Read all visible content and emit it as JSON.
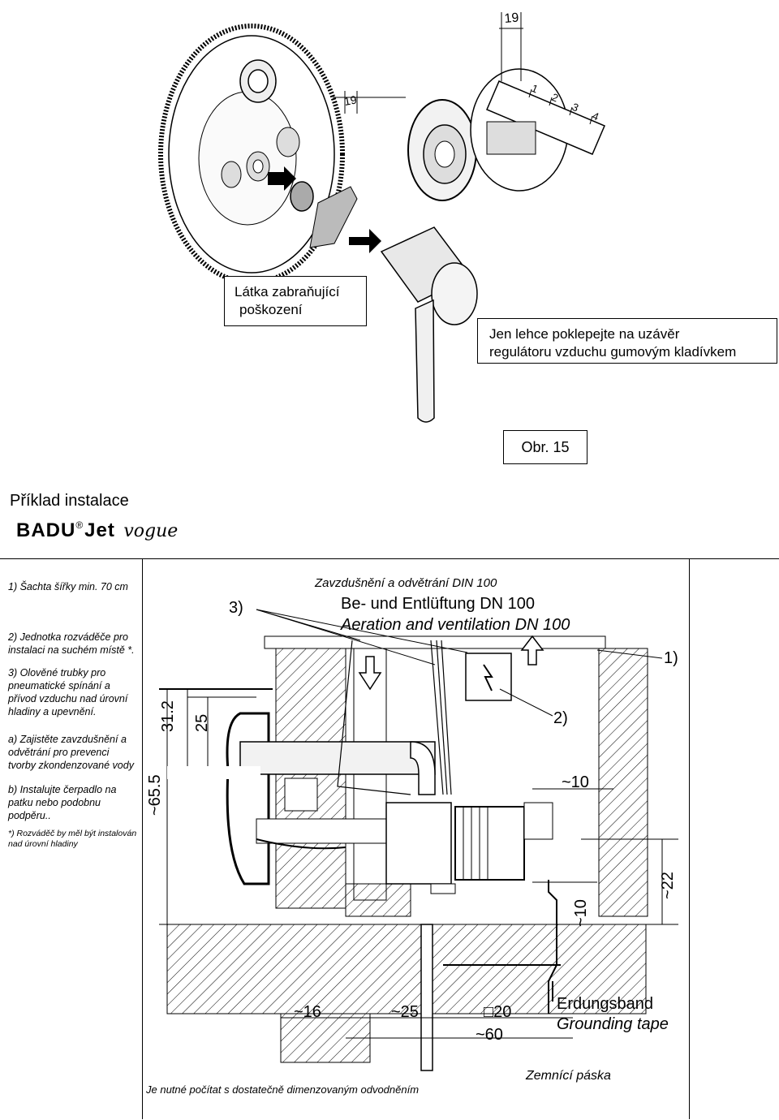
{
  "figure_top": {
    "callout_protect": [
      "Látka zabraňující",
      "poškození"
    ],
    "callout_tap": [
      "Jen lehce poklepejte na uzávěr",
      "regulátoru vzduchu gumovým kladívkem"
    ],
    "dim_19_a": "19",
    "dim_19_b": "19",
    "scale_ticks": [
      "1",
      "2",
      "3",
      "4"
    ],
    "figure_number": "Obr. 15"
  },
  "section": {
    "title": "Příklad instalace",
    "logo_brand": "BADU",
    "logo_registered": "®",
    "logo_jet": "Jet",
    "logo_script": "vogue"
  },
  "notes": {
    "n1": "1) Šachta šířky min. 70 cm",
    "n2": "2) Jednotka rozváděče pro instalaci na suchém místě *.",
    "n3": "3) Olověné trubky pro pneumatické spínání a přívod vzduchu nad úrovní hladiny a upevnění.",
    "na": "a) Zajistěte zavzdušnění a odvětrání pro prevenci tvorby zkondenzované vody",
    "nb": "b) Instalujte čerpadlo na patku nebo podobnu podpěru..",
    "nstar": "*) Rozváděč by měl být instalován nad úrovní hladiny"
  },
  "diagram": {
    "title_cz": "Zavzdušnění a odvětrání DIN 100",
    "title_de": "Be- und Entlüftung DN 100",
    "title_en": "Aeration and ventilation DN 100",
    "label_3": "3)",
    "label_1": "1)",
    "label_2": "2)",
    "dim_312": "31.2",
    "dim_25": "25",
    "dim_655": "~65.5",
    "dim_10a": "~10",
    "dim_22": "~22",
    "dim_10b": "~10",
    "dim_16": "~16",
    "dim_25b": "~25",
    "dim_20": "□20",
    "dim_60": "~60",
    "ground_de": "Erdungsband",
    "ground_en": "Grounding tape",
    "ground_cz": "Zemnící páska",
    "drain_note": "Je nutné počítat s dostatečně dimenzovaným odvodněním"
  }
}
